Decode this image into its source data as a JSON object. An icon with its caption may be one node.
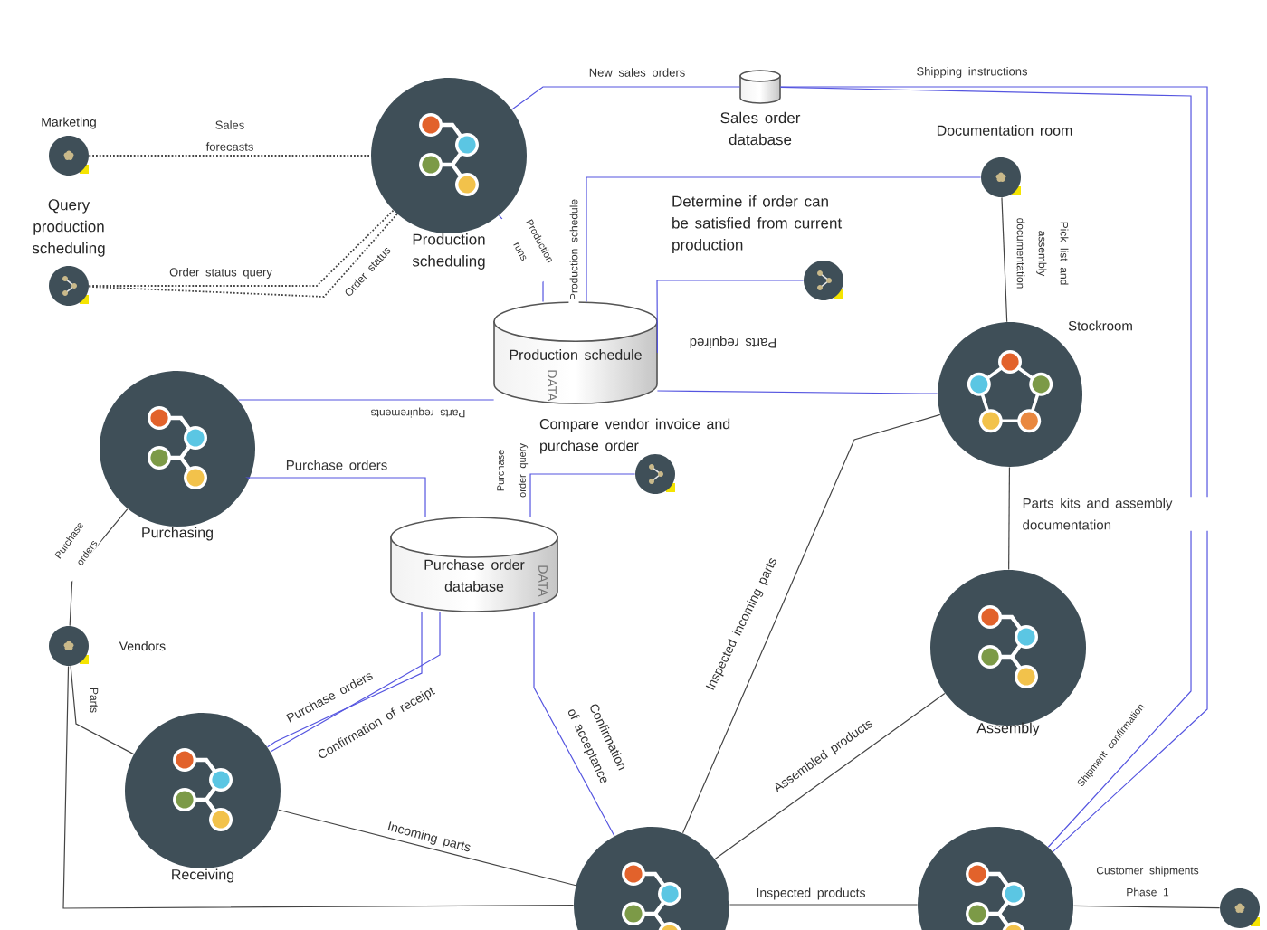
{
  "diagram": {
    "nodes": [
      {
        "text": [
          "Marketing"
        ]
      },
      {
        "text": [
          "Query production scheduling"
        ]
      },
      {
        "text": [
          "Production scheduling"
        ]
      },
      {
        "text": [
          "Sales order database"
        ]
      },
      {
        "text": [
          "Documentation room"
        ]
      },
      {
        "text": [
          "Determine if order can be satisfied from current production"
        ]
      },
      {
        "text": [
          "Production schedule",
          "DATA"
        ]
      },
      {
        "text": [
          "Stockroom"
        ]
      },
      {
        "text": [
          "Purchasing"
        ]
      },
      {
        "text": [
          "Compare vendor invoice and purchase order"
        ]
      },
      {
        "text": [
          "Purchase order database",
          "DATA"
        ]
      },
      {
        "text": [
          "Vendors"
        ]
      },
      {
        "text": [
          "Assembly"
        ]
      },
      {
        "text": [
          "Receiving"
        ]
      },
      {
        "text": [],
        "shape": "circle"
      },
      {
        "text": [],
        "shape": "circle"
      },
      {
        "text": [],
        "shape": "circle"
      }
    ],
    "edges": [
      {
        "from": 0,
        "to": 2,
        "arrow": "none",
        "label": "Sales forecasts",
        "style": "dashed"
      },
      {
        "from": 1,
        "to": 2,
        "arrow": "none",
        "label": "Order status query",
        "style": "dashed"
      },
      {
        "from": 1,
        "to": 2,
        "arrow": "none",
        "label": "Order status",
        "style": "dashed"
      },
      {
        "from": 2,
        "to": 3,
        "arrow": "none",
        "label": "New sales orders",
        "color": "#5555e0"
      },
      {
        "from": 3,
        "to": 15,
        "arrow": "none",
        "label": "Shipping instructions",
        "color": "#5555e0"
      },
      {
        "from": 15,
        "to": 3,
        "arrow": "none",
        "label": "Shipment confirmation",
        "color": "#5555e0"
      },
      {
        "from": 2,
        "to": 6,
        "arrow": "none",
        "label": "Production runs",
        "color": "#5555e0"
      },
      {
        "from": 6,
        "to": 4,
        "arrow": "none",
        "label": "Production schedule",
        "color": "#5555e0"
      },
      {
        "from": 5,
        "to": 6,
        "arrow": "none",
        "color": "#5555e0"
      },
      {
        "from": 7,
        "to": 6,
        "arrow": "none",
        "label": "Parts required",
        "color": "#5555e0"
      },
      {
        "from": 8,
        "to": 6,
        "arrow": "none",
        "label": "Parts requirements",
        "color": "#5555e0"
      },
      {
        "from": 8,
        "to": 10,
        "arrow": "none",
        "label": "Purchase orders",
        "color": "#5555e0"
      },
      {
        "from": 9,
        "to": 10,
        "arrow": "none",
        "label": "Purchase order query",
        "color": "#5555e0"
      },
      {
        "from": 8,
        "to": 11,
        "arrow": "none",
        "label": "Purchase orders"
      },
      {
        "from": 11,
        "to": 13,
        "arrow": "none",
        "label": "Parts"
      },
      {
        "from": 11,
        "to": 14,
        "arrow": "none"
      },
      {
        "from": 13,
        "to": 10,
        "arrow": "none",
        "label": "Purchase orders",
        "color": "#5555e0"
      },
      {
        "from": 13,
        "to": 10,
        "arrow": "none",
        "label": "Confirmation of receipt",
        "color": "#5555e0"
      },
      {
        "from": 10,
        "to": 14,
        "arrow": "none",
        "label": "Confirmation of acceptance",
        "color": "#5555e0"
      },
      {
        "from": 13,
        "to": 14,
        "arrow": "none",
        "label": "Incoming parts"
      },
      {
        "from": 14,
        "to": 7,
        "arrow": "none",
        "label": "Inspected incoming parts"
      },
      {
        "from": 14,
        "to": 12,
        "arrow": "none",
        "label": "Assembled products"
      },
      {
        "from": 14,
        "to": 15,
        "arrow": "none",
        "label": "Inspected products"
      },
      {
        "from": 7,
        "to": 12,
        "arrow": "none",
        "label": "Parts kits and assembly documentation"
      },
      {
        "from": 15,
        "to": 16,
        "arrow": "none",
        "label": "Customer shipments Phase 1"
      },
      {
        "from": 4,
        "to": 7,
        "arrow": "none",
        "label": "Pick list and assembly documentation"
      }
    ]
  }
}
